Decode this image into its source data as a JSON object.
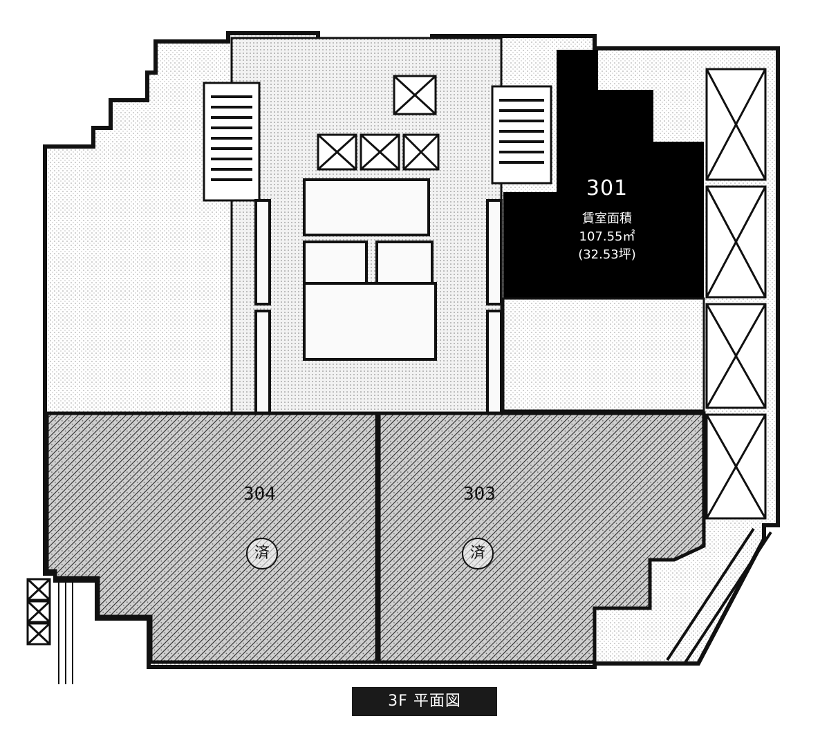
{
  "units": {
    "u301": {
      "number": "301",
      "area_label": "賃室面積",
      "area_m2": "107.55㎡",
      "area_tsubo": "(32.53坪)"
    },
    "u304": {
      "number": "304",
      "status": "済"
    },
    "u303": {
      "number": "303",
      "status": "済"
    }
  },
  "caption": "3F 平面図",
  "colors": {
    "wall": "#111111",
    "highlight_unit": "#000000",
    "hatched_unit": "#8a8a8a",
    "stipple": "#bdbdbd",
    "paper": "#ffffff"
  }
}
